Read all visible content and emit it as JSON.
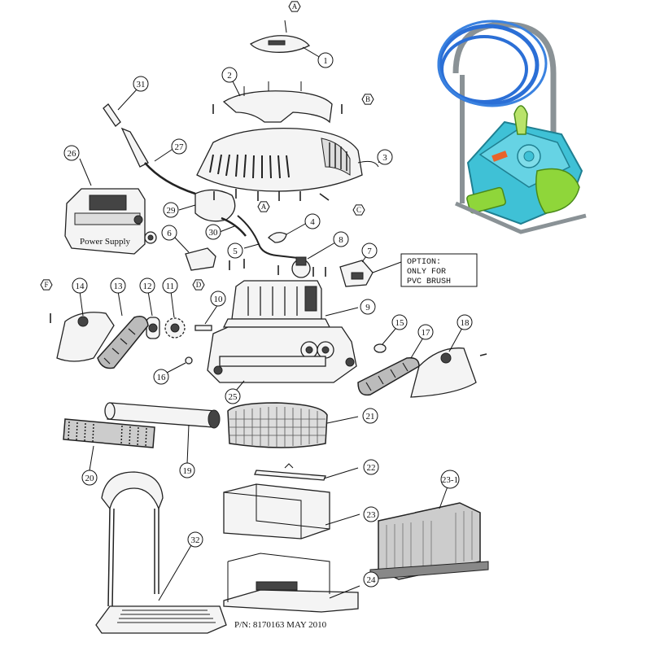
{
  "parts": [
    {
      "id": "1",
      "label": "1"
    },
    {
      "id": "2",
      "label": "2"
    },
    {
      "id": "3",
      "label": "3"
    },
    {
      "id": "4",
      "label": "4"
    },
    {
      "id": "5",
      "label": "5"
    },
    {
      "id": "6",
      "label": "6"
    },
    {
      "id": "7",
      "label": "7"
    },
    {
      "id": "8",
      "label": "8"
    },
    {
      "id": "9",
      "label": "9"
    },
    {
      "id": "10",
      "label": "10"
    },
    {
      "id": "11",
      "label": "11"
    },
    {
      "id": "12",
      "label": "12"
    },
    {
      "id": "13",
      "label": "13"
    },
    {
      "id": "14",
      "label": "14"
    },
    {
      "id": "15",
      "label": "15"
    },
    {
      "id": "16",
      "label": "16"
    },
    {
      "id": "17",
      "label": "17"
    },
    {
      "id": "18",
      "label": "18"
    },
    {
      "id": "19",
      "label": "19"
    },
    {
      "id": "20",
      "label": "20"
    },
    {
      "id": "21",
      "label": "21"
    },
    {
      "id": "22",
      "label": "22"
    },
    {
      "id": "23",
      "label": "23"
    },
    {
      "id": "23-1",
      "label": "23-1"
    },
    {
      "id": "24",
      "label": "24"
    },
    {
      "id": "25",
      "label": "25"
    },
    {
      "id": "26",
      "label": "26"
    },
    {
      "id": "27",
      "label": "27"
    },
    {
      "id": "29",
      "label": "29"
    },
    {
      "id": "30",
      "label": "30"
    },
    {
      "id": "31",
      "label": "31"
    },
    {
      "id": "32",
      "label": "32"
    }
  ],
  "letters": {
    "a1": "A",
    "a2": "A",
    "b": "B",
    "c": "C",
    "d": "D",
    "f": "F"
  },
  "option_note": {
    "line1": "OPTION:",
    "line2": "ONLY FOR",
    "line3": "PVC BRUSH"
  },
  "power_supply_label": "Power Supply",
  "part_number": "P/N: 8170163 MAY 2010",
  "colors": {
    "robot_body": "#3fc1d6",
    "robot_accent": "#8fd63a",
    "cable": "#2b6fd6",
    "caddy": "#9aa3a8"
  }
}
